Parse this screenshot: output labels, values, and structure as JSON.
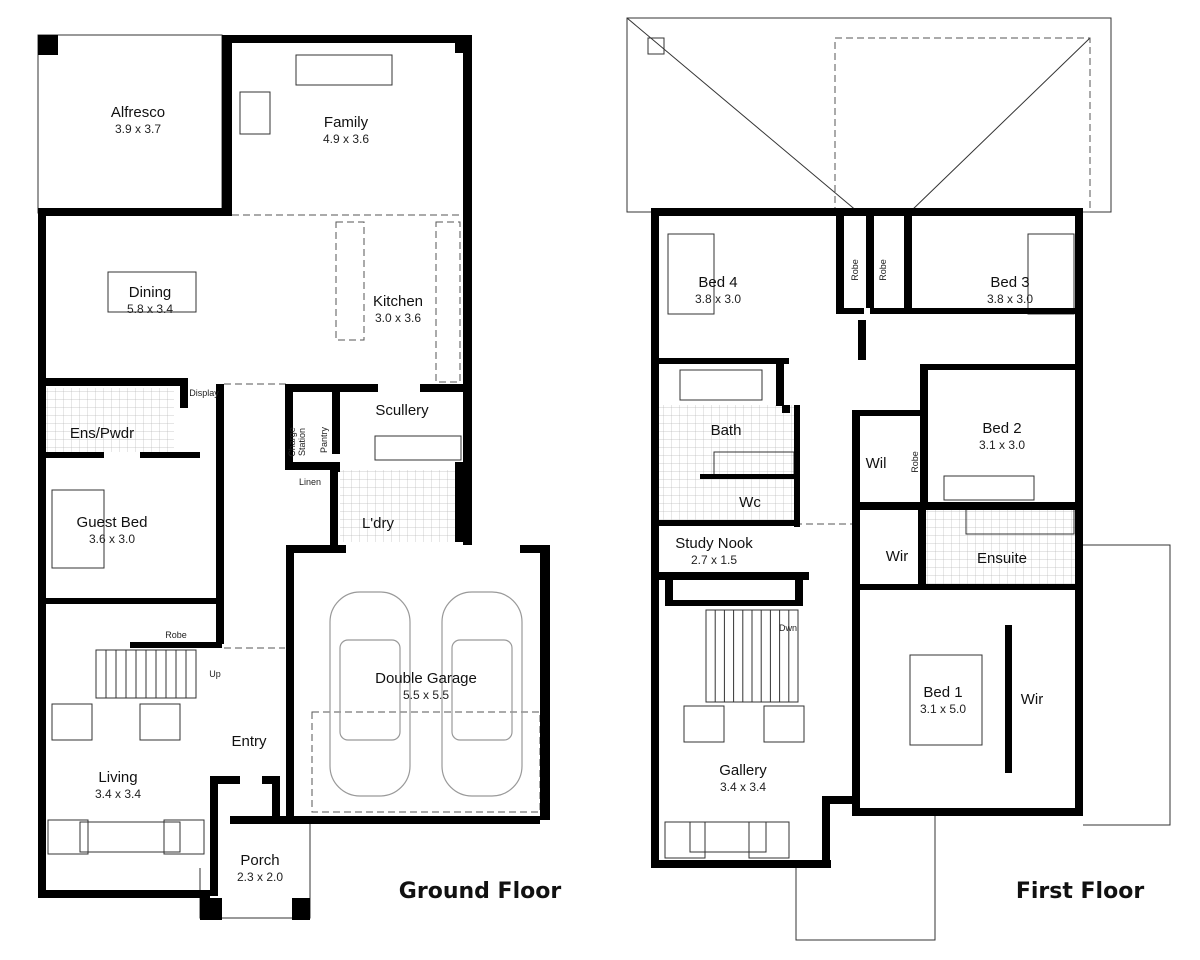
{
  "ground_floor": {
    "title": "Ground Floor",
    "rooms": [
      {
        "name": "Alfresco",
        "dims": "3.9 x 3.7"
      },
      {
        "name": "Family",
        "dims": "4.9 x 3.6"
      },
      {
        "name": "Dining",
        "dims": "5.8 x 3.4"
      },
      {
        "name": "Kitchen",
        "dims": "3.0 x 3.6"
      },
      {
        "name": "Scullery",
        "dims": ""
      },
      {
        "name": "Ens/Pwdr",
        "dims": ""
      },
      {
        "name": "Guest Bed",
        "dims": "3.6 x 3.0"
      },
      {
        "name": "L'dry",
        "dims": ""
      },
      {
        "name": "Double Garage",
        "dims": "5.5 x 5.5"
      },
      {
        "name": "Entry",
        "dims": ""
      },
      {
        "name": "Living",
        "dims": "3.4 x 3.4"
      },
      {
        "name": "Porch",
        "dims": "2.3 x 2.0"
      }
    ],
    "small_labels": {
      "display": "Display",
      "charge": "Charge",
      "station": "Station",
      "pantry": "Pantry",
      "linen": "Linen",
      "robe": "Robe",
      "up": "Up"
    }
  },
  "first_floor": {
    "title": "First Floor",
    "rooms": [
      {
        "name": "Bed 4",
        "dims": "3.8 x 3.0"
      },
      {
        "name": "Bed 3",
        "dims": "3.8 x 3.0"
      },
      {
        "name": "Bath",
        "dims": ""
      },
      {
        "name": "Wil",
        "dims": ""
      },
      {
        "name": "Bed 2",
        "dims": "3.1 x 3.0"
      },
      {
        "name": "Wc",
        "dims": ""
      },
      {
        "name": "Study Nook",
        "dims": "2.7 x 1.5"
      },
      {
        "name": "Wir",
        "dims": ""
      },
      {
        "name": "Ensuite",
        "dims": ""
      },
      {
        "name": "Bed 1",
        "dims": "3.1 x 5.0"
      },
      {
        "name": "Wir",
        "dims": ""
      },
      {
        "name": "Gallery",
        "dims": "3.4 x 3.4"
      }
    ],
    "small_labels": {
      "robe1": "Robe",
      "robe2": "Robe",
      "robe3": "Robe",
      "dwn": "Dwn"
    }
  },
  "colors": {
    "wall": "#000000",
    "fixture": "#999999",
    "background": "#ffffff"
  }
}
